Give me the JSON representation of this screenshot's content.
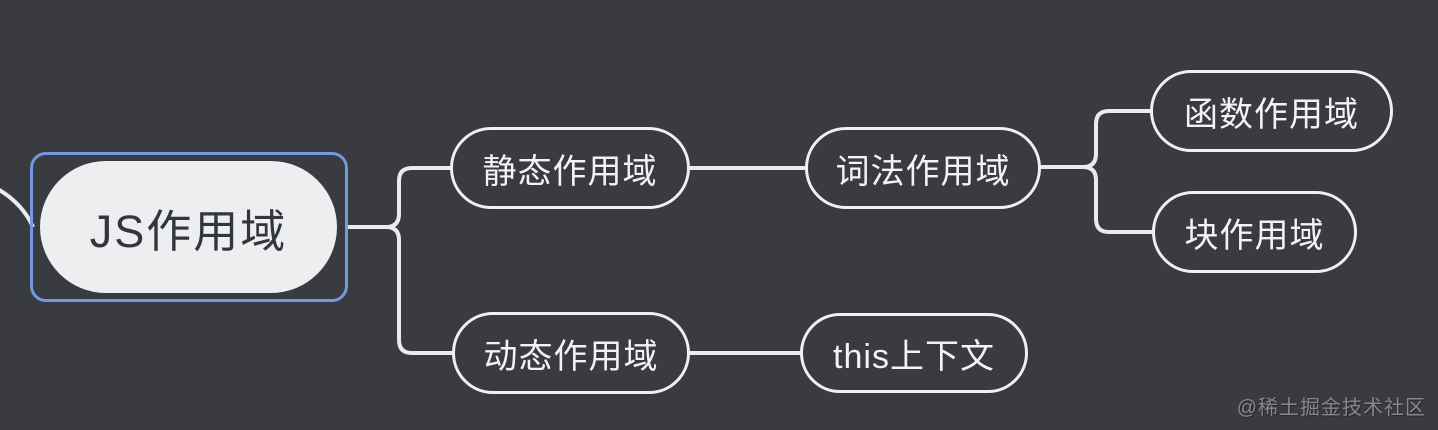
{
  "colors": {
    "bg": "#393b40",
    "connector": "#e9ebec",
    "node-border": "#eef0f1",
    "node-text": "#f2f3f4",
    "root-fill": "#eceef0",
    "root-text": "#33363b",
    "selection": "#7399de",
    "watermark": "#85878c"
  },
  "mindmap": {
    "root": {
      "label": "JS作用域",
      "selected": true
    },
    "branches": [
      {
        "label": "静态作用域",
        "children": [
          {
            "label": "词法作用域",
            "children": [
              {
                "label": "函数作用域"
              },
              {
                "label": "块作用域"
              }
            ]
          }
        ]
      },
      {
        "label": "动态作用域",
        "children": [
          {
            "label": "this上下文"
          }
        ]
      }
    ]
  },
  "watermark": {
    "text": "@稀土掘金技术社区"
  }
}
